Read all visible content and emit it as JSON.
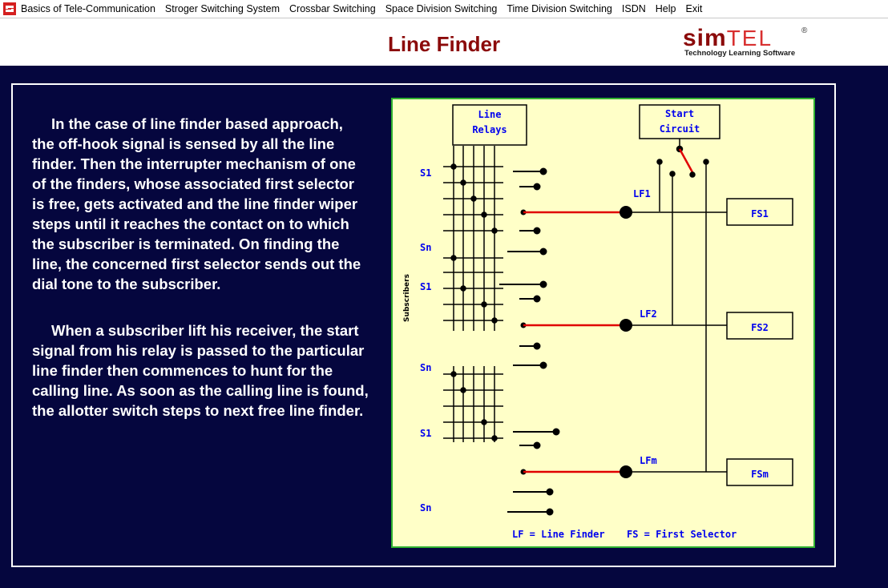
{
  "menu": {
    "items": [
      "Basics of Tele-Communication",
      "Stroger Switching System",
      "Crossbar Switching",
      "Space Division Switching",
      "Time Division Switching",
      "ISDN",
      "Help",
      "Exit"
    ]
  },
  "header": {
    "title": "Line  Finder",
    "logo_brand_sim": "sim",
    "logo_brand_tel": "TEL",
    "logo_reg": "®",
    "logo_tagline": "Technology Learning Software"
  },
  "description": {
    "para1": "In the case of line finder based approach, the off-hook signal is sensed by all the line finder. Then the interrupter mechanism of one of the finders, whose associated first selector is free, gets activated and the line finder wiper steps until it reaches the contact on to which the subscriber is terminated. On finding the line, the concerned first selector sends out the dial tone to the subscriber.",
    "para2": "When a subscriber lift his receiver, the start signal from his relay is passed to the particular line finder then commences to hunt for the calling line. As soon as the calling line is found, the allotter switch steps to next free line finder."
  },
  "diagram": {
    "line_relays_line1": "Line",
    "line_relays_line2": "Relays",
    "start_circuit_line1": "Start",
    "start_circuit_line2": "Circuit",
    "subscribers_label": "Subscribers",
    "row_labels": [
      "S1",
      "Sn",
      "S1",
      "Sn",
      "S1",
      "Sn"
    ],
    "finders": [
      "LF1",
      "LF2",
      "LFm"
    ],
    "selectors": [
      "FS1",
      "FS2",
      "FSm"
    ],
    "legend_lf": "LF = Line Finder",
    "legend_fs": "FS = First Selector",
    "colors": {
      "background": "#ffffc8",
      "border": "#30b030",
      "label_blue": "#0000ee",
      "wiper_red": "#e00000"
    }
  }
}
